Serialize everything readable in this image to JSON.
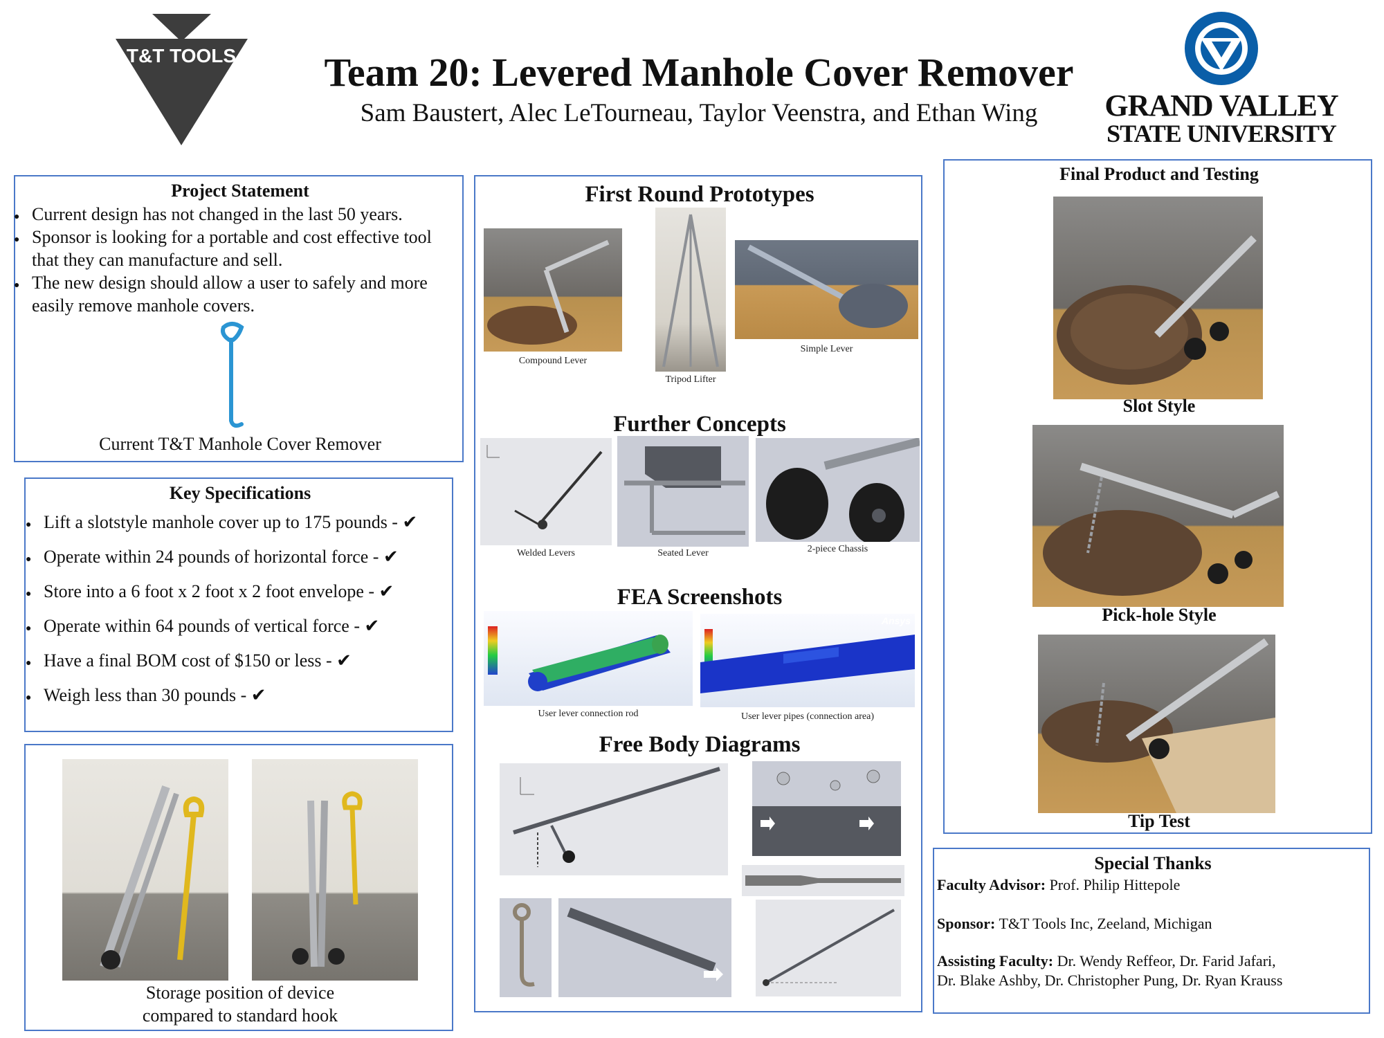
{
  "header": {
    "title": "Team 20: Levered Manhole Cover Remover",
    "authors": "Sam Baustert, Alec LeTourneau, Taylor Veenstra, and Ethan Wing",
    "left_logo_text": "T&T TOOLS",
    "right_logo_line1": "GRAND VALLEY",
    "right_logo_line2": "STATE UNIVERSITY"
  },
  "colors": {
    "border": "#4a78c8",
    "gvsu_blue": "#0a5ea8",
    "hook_blue": "#2b95d3",
    "tt_gray": "#3d3d3d"
  },
  "project_statement": {
    "title": "Project Statement",
    "bullets": [
      "Current design has not changed in the last 50 years.",
      "Sponsor is looking for a portable and cost effective tool that they can manufacture and sell.",
      "The new design should allow a user to safely and more easily remove manhole covers."
    ],
    "image_caption": "Current T&T Manhole Cover Remover"
  },
  "key_specs": {
    "title": "Key Specifications",
    "items": [
      "Lift a slotstyle manhole cover up to 175 pounds - ✔",
      "Operate within 24 pounds of horizontal force - ✔",
      "Store into a 6 foot x 2 foot x 2 foot envelope - ✔",
      "Operate within 64 pounds of vertical force - ✔",
      "Have a final BOM cost of $150 or less - ✔",
      "Weigh less than 30 pounds - ✔"
    ]
  },
  "storage": {
    "caption_line1": "Storage position of device",
    "caption_line2": "compared to standard hook"
  },
  "first_round": {
    "title": "First Round Prototypes",
    "captions": [
      "Compound Lever",
      "Tripod Lifter",
      "Simple Lever"
    ]
  },
  "further_concepts": {
    "title": "Further Concepts",
    "captions": [
      "Welded Levers",
      "Seated Lever",
      "2-piece Chassis"
    ]
  },
  "fea": {
    "title": "FEA Screenshots",
    "captions": [
      "User lever connection rod",
      "User lever pipes (connection area)"
    ],
    "ansys_label": "Ansys"
  },
  "fbd": {
    "title": "Free Body Diagrams"
  },
  "final_product": {
    "title": "Final Product and Testing",
    "captions": [
      "Slot Style",
      "Pick-hole Style",
      "Tip Test"
    ]
  },
  "thanks": {
    "title": "Special Thanks",
    "advisor_label": "Faculty Advisor:",
    "advisor": "Prof. Philip Hittepole",
    "sponsor_label": "Sponsor:",
    "sponsor": "T&T Tools Inc, Zeeland, Michigan",
    "assisting_label": "Assisting Faculty:",
    "assisting_line1": "Dr. Wendy Reffeor, Dr. Farid Jafari,",
    "assisting_line2": "Dr. Blake Ashby, Dr. Christopher Pung, Dr. Ryan Krauss"
  }
}
